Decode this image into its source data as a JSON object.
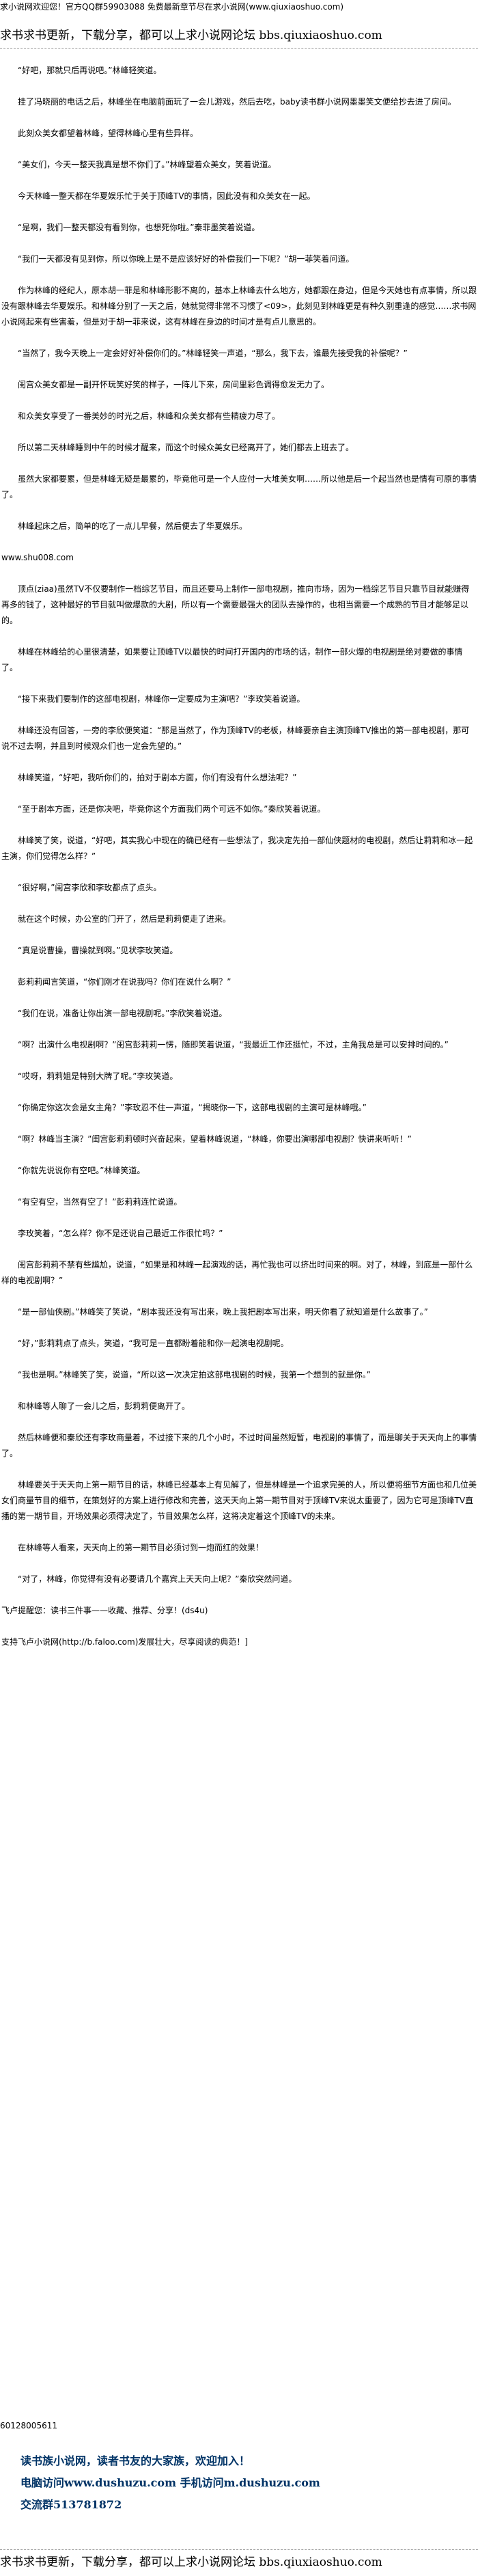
{
  "header": {
    "notice": "求小说网欢迎您！官方QQ群59903088 免费最新章节尽在求小说网(www.qiuxiaoshuo.com)",
    "banner": "求书求书更新，下载分享，都可以上求小说网论坛 bbs.qiuxiaoshuo.com"
  },
  "paragraphs": [
    "“好吧，那就只后再说吧。”林峰轻笑道。",
    "挂了冯晓丽的电话之后，林峰坐在电脑前面玩了一会儿游戏，然后去吃，baby读书群小说网墨墨笑文便给抄去进了房间。",
    "此刻众美女都望着林峰，望得林峰心里有些异样。",
    "“美女们，今天一整天我真是想不你们了。”林峰望着众美女，笑着说道。",
    "今天林峰一整天都在华夏娱乐忙于关于顶峰TV的事情，因此没有和众美女在一起。",
    "“是啊，我们一整天都没有看到你，也想死你啦。”秦菲墨笑着说道。",
    "“我们一天都没有见到你，所以你晚上是不是应该好好的补偿我们一下呢？”胡一菲笑着问道。",
    "作为林峰的经纪人，原本胡一菲是和林峰形影不离的，基本上林峰去什么地方，她都跟在身边，但是今天她也有点事情，所以跟没有跟林峰去华夏娱乐。和林峰分别了一天之后，她就觉得非常不习惯了<09>，此刻见到林峰更是有种久别重逢的感觉……求书网小说网起来有些害羞，但是对于胡一菲来说，这有林峰在身边的时间才是有点儿意思的。",
    "“当然了，我今天晚上一定会好好补偿你们的。”林峰轻笑一声道，“那么，我下去，谁最先接受我的补偿呢？”",
    "闺宫众美女都是一副开怀玩笑好笑的样子，一阵儿下来，房间里彩色调得愈发无力了。",
    "和众美女享受了一番美妙的时光之后，林峰和众美女都有些精疲力尽了。",
    "所以第二天林峰睡到中午的时候才醒来，而这个时候众美女已经离开了，她们都去上班去了。",
    "虽然大家都要累，但是林峰无疑是最累的，毕竟他可是一个人应付一大堆美女啊……所以他是后一个起当然也是情有可原的事情了。",
    "林峰起床之后，简单的吃了一点儿早餐，然后便去了华夏娱乐。",
    "www.shu008.com",
    "顶点(ziaa)虽然TV不仅要制作一档综艺节目，而且还要马上制作一部电视剧，推向市场，因为一档综艺节目只靠节目就能赚得再多的钱了，这种最好的节目就叫做爆款的大剧，所以有一个需要最强大的团队去操作的，也相当需要一个成熟的节目才能够足以的。",
    "林峰在林峰给的心里很清楚，如果要让顶峰TV以最快的时间打开国内的市场的话，制作一部火爆的电视剧是绝对要做的事情了。",
    "“接下来我们要制作的这部电视剧，林峰你一定要成为主演吧？”李玫笑着说道。",
    "林峰还没有回答，一旁的李欣便笑道：“那是当然了，作为顶峰TV的老板，林峰要亲自主演顶峰TV推出的第一部电视剧，那可说不过去啊，并且到时候观众们也一定会先望的。”",
    "林峰笑道，“好吧，我听你们的，拍对于剧本方面，你们有没有什么想法呢？”",
    "“至于剧本方面，还是你决吧，毕竟你这个方面我们两个可远不如你。”秦欣笑着说道。",
    "林峰笑了笑，说道，“好吧，其实我心中现在的确已经有一些想法了，我决定先拍一部仙侠题材的电视剧，然后让莉莉和冰一起主演，你们觉得怎么样？”",
    "“很好啊，”闺宫李欣和李玫都点了点头。",
    "就在这个时候，办公室的门开了，然后是莉莉便走了进来。",
    "“真是说曹操，曹操就到啊。”见状李玫笑道。",
    "彭莉莉闻言笑道，“你们刚才在说我吗？你们在说什么啊？”",
    "“我们在说，准备让你出演一部电视剧呢。”李欣笑着说道。",
    "“啊？出演什么电视剧啊？”闺宫彭莉莉一愣，随即笑着说道，“我最近工作还挺忙，不过，主角我总是可以安排时间的。”",
    "“哎呀，莉莉姐是特别大牌了呢。”李玫笑道。",
    "“你确定你这次会是女主角？”李玫忍不住一声道，“揭晓你一下，这部电视剧的主演可是林峰哦。”",
    "“啊？林峰当主演？”闺宫彭莉莉顿时兴奋起来，望着林峰说道，“林峰，你要出演哪部电视剧？快讲来听听！”",
    "“你就先说说你有空吧。”林峰笑道。",
    "“有空有空，当然有空了！”彭莉莉连忙说道。",
    "李玫笑着，“怎么样？你不是还说自己最近工作很忙吗？”",
    "闺宫彭莉莉不禁有些尴尬，说道，“如果是和林峰一起演戏的话，再忙我也可以挤出时间来的啊。对了，林峰，到底是一部什么样的电视剧啊？”",
    "“是一部仙侠剧。”林峰笑了笑说，“剧本我还没有写出来，晚上我把剧本写出来，明天你看了就知道是什么故事了。”",
    "“好，”彭莉莉点了点头，笑道，“我可是一直都盼着能和你一起演电视剧呢。",
    "“我也是啊。”林峰笑了笑，说道，“所以这一次决定拍这部电视剧的时候，我第一个想到的就是你。”",
    "和林峰等人聊了一会儿之后，彭莉莉便离开了。",
    "然后林峰便和秦欣还有李玫商量着，不过接下来的几个小时，不过时间虽然短暂，电视剧的事情了，而是聊关于天天向上的事情了。",
    "林峰要关于天天向上第一期节目的话，林峰已经基本上有见解了，但是林峰是一个追求完美的人，所以便将细节方面也和几位美女们商量节目的细节，在策划好的方案上进行修改和完善，这天天向上第一期节目对于顶峰TV来说太重要了，因为它可是顶峰TV直播的第一期节目，开场效果必须得决定了，节目效果怎么样，这将决定着这个顶峰TV的未来。",
    "在林峰等人看来，天天向上的第一期节目必须讨到一炮而红的效果！",
    "“对了，林峰，你觉得有没有必要请几个嘉宾上天天向上呢？”秦欣突然问道。",
    "飞卢提醒您：读书三件事——收藏、推荐、分享！(ds4u)",
    "支持飞卢小说网(http://b.faloo.com)发展壮大，尽享阅读的典范！]"
  ],
  "footer": {
    "ids": "60128005611",
    "ad_lines": [
      "读书族小说网，读者书友的大家族，欢迎加入！",
      "电脑访问www.dushuzu.com 手机访问m.dushuzu.com",
      "交流群513781872"
    ]
  }
}
